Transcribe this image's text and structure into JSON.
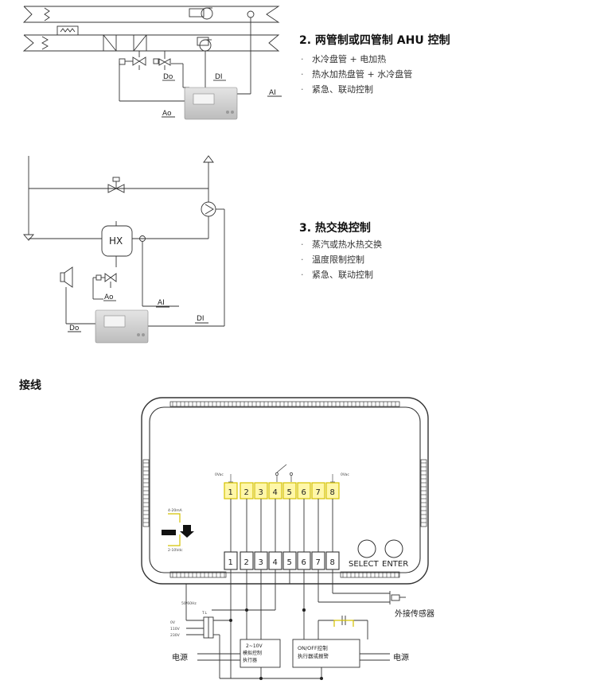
{
  "section2": {
    "title": "2. 两管制或四管制 AHU 控制",
    "bullets": [
      "水冷盘管 + 电加热",
      "热水加热盘管 + 水冷盘管",
      "紧急、联动控制"
    ]
  },
  "section3": {
    "title": "3. 热交换控制",
    "bullets": [
      "蒸汽或热水热交换",
      "温度限制控制",
      "紧急、联动控制"
    ]
  },
  "wiring_title": "接线",
  "labels": {
    "do": "Do",
    "di": "DI",
    "ai": "AI",
    "ao": "Ao",
    "hx": "HX"
  },
  "wiring": {
    "terminals": [
      "1",
      "2",
      "3",
      "4",
      "5",
      "6",
      "7",
      "8"
    ],
    "select": "SELECT",
    "enter": "ENTER",
    "label_0vac_left": "0Vac",
    "label_0vac_right": "0Vac",
    "label_4_20ma": "4-20mA",
    "label_2_10vdc": "2-10Vdc",
    "label_50_60hz": "50/60Hz",
    "label_t_l": "T.L",
    "label_0v": "0V",
    "label_110v": "110V",
    "label_230v": "230V",
    "analog_box": [
      "2~10V",
      "模拟控制",
      "执行器"
    ],
    "onoff_box": [
      "ON/OFF控制",
      "执行器或报警"
    ],
    "power_left": "电源",
    "power_right": "电源",
    "sensor": "外接传感器"
  }
}
